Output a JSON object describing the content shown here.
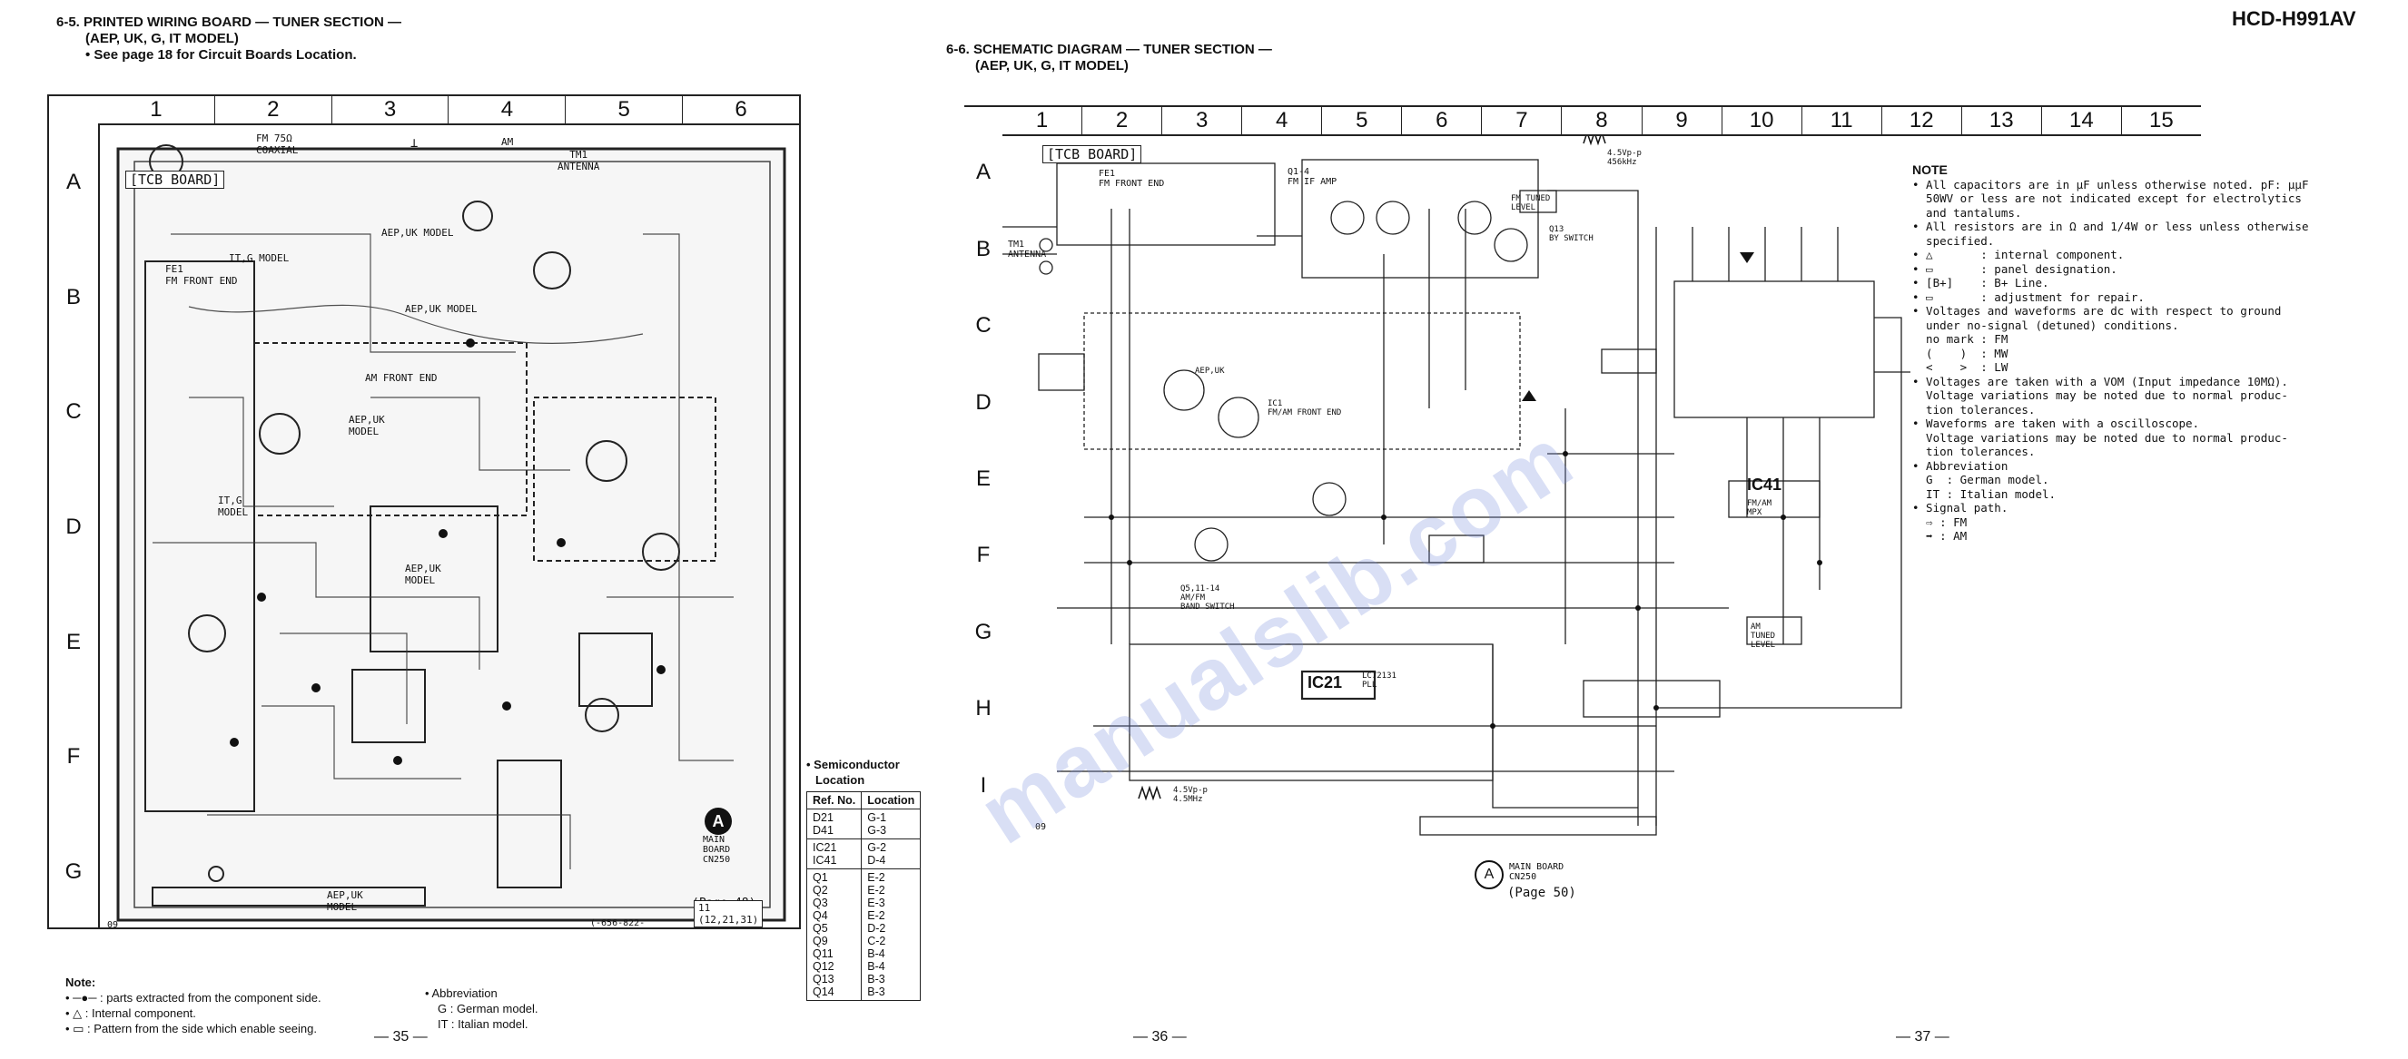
{
  "page": {
    "model": "HCD-H991AV",
    "watermark": "manualslib.com"
  },
  "left": {
    "heading_line1": "6-5. PRINTED WIRING BOARD — TUNER SECTION —",
    "heading_line2": "(AEP, UK, G, IT MODEL)",
    "heading_line3": "• See page 18 for Circuit Boards Location.",
    "columns": [
      "1",
      "2",
      "3",
      "4",
      "5",
      "6"
    ],
    "rows": [
      "A",
      "B",
      "C",
      "D",
      "E",
      "F",
      "G"
    ],
    "board_title": "[TCB BOARD]",
    "board_labels": {
      "fm75": "FM 75Ω\nCOAXIAL",
      "gnd": "⊥",
      "am": "AM",
      "tm1": "TM1\nANTENNA",
      "fe1": "FE1\nFM FRONT END",
      "itg_model": "IT,G MODEL",
      "aep_uk_model_1": "AEP,UK MODEL",
      "aep_uk_model_2": "AEP,UK MODEL",
      "aep_uk_model_3": "AEP,UK\nMODEL",
      "aep_uk_model_4": "AEP,UK\nMODEL",
      "aep_uk_model_5": "AEP,UK\nMODEL",
      "it_g_model_left": "IT,G\nMODEL",
      "am_front_end": "AM FRONT END"
    },
    "connector": {
      "marker": "A",
      "text": "MAIN\nBOARD\nCN250",
      "page_ref": "(Page 48)"
    },
    "board_code": "(-656-822-",
    "board_id": "11\n(12,21,31)",
    "corner": "09",
    "note": {
      "title": "Note:",
      "items": [
        "• ─●─ : parts extracted from the component side.",
        "• △ : Internal component.",
        "• ▭ : Pattern from the side which enable seeing."
      ]
    },
    "abbreviation": {
      "title": "• Abbreviation",
      "items": [
        "G   : German model.",
        "IT  : Italian model."
      ]
    },
    "page_number": "— 35 —"
  },
  "semiconductor": {
    "title_line1": "• Semiconductor",
    "title_line2": "Location",
    "headers": [
      "Ref. No.",
      "Location"
    ],
    "groups": [
      [
        [
          "D21",
          "G-1"
        ],
        [
          "D41",
          "G-3"
        ]
      ],
      [
        [
          "IC21",
          "G-2"
        ],
        [
          "IC41",
          "D-4"
        ]
      ],
      [
        [
          "Q1",
          "E-2"
        ],
        [
          "Q2",
          "E-2"
        ],
        [
          "Q3",
          "E-3"
        ],
        [
          "Q4",
          "E-2"
        ],
        [
          "Q5",
          "D-2"
        ],
        [
          "Q9",
          "C-2"
        ],
        [
          "Q11",
          "B-4"
        ],
        [
          "Q12",
          "B-4"
        ],
        [
          "Q13",
          "B-3"
        ],
        [
          "Q14",
          "B-3"
        ]
      ]
    ]
  },
  "right": {
    "heading_line1": "6-6. SCHEMATIC DIAGRAM — TUNER SECTION —",
    "heading_line2": "(AEP, UK, G, IT MODEL)",
    "columns": [
      "1",
      "2",
      "3",
      "4",
      "5",
      "6",
      "7",
      "8",
      "9",
      "10",
      "11",
      "12",
      "13",
      "14",
      "15"
    ],
    "rows": [
      "A",
      "B",
      "C",
      "D",
      "E",
      "F",
      "G",
      "H",
      "I"
    ],
    "board_title": "[TCB BOARD]",
    "blocks": {
      "antenna": "TM1\nANTENNA",
      "fm_front_end": "FE1\nFM FRONT END",
      "fm_if_amp": "Q1-4\nFM IF AMP",
      "fm_tuned": "FM TUNED\nLEVEL",
      "sw": "Q13\nBY SWITCH",
      "ic21": "IC21",
      "ic21_sub": "LC72131\nPLL",
      "ic41": "IC41",
      "ic41_sub": "FM/AM\nMPX",
      "ic1": "IC1\nFM/AM FRONT END",
      "am_tuned": "AM\nTUNED\nLEVEL",
      "band_switch": "Q5,11-14\nAM/FM\nBAND SWITCH",
      "aep_uk": "AEP,UK",
      "wave1": "4.5Vp-p\n456kHz",
      "wave2": "4.5Vp-p\n4.5MHz"
    },
    "connector": {
      "marker": "A",
      "text": "MAIN BOARD\nCN250",
      "page_ref": "(Page 50)"
    },
    "note_title": "NOTE",
    "notes": [
      "• All capacitors are in μF unless otherwise noted. pF: μμF",
      "  50WV or less are not indicated except for electrolytics",
      "  and tantalums.",
      "• All resistors are in Ω and 1/4W or less unless otherwise",
      "  specified.",
      "• △       : internal component.",
      "• ▭       : panel designation.",
      "• [B+]    : B+ Line.",
      "• ▭       : adjustment for repair.",
      "• Voltages and waveforms are dc with respect to ground",
      "  under no-signal (detuned) conditions.",
      "  no mark : FM",
      "  (    )  : MW",
      "  <    >  : LW",
      "• Voltages are taken with a VOM (Input impedance 10MΩ).",
      "  Voltage variations may be noted due to normal produc-",
      "  tion tolerances.",
      "• Waveforms are taken with a oscilloscope.",
      "  Voltage variations may be noted due to normal produc-",
      "  tion tolerances.",
      "• Abbreviation",
      "  G  : German model.",
      "  IT : Italian model.",
      "• Signal path.",
      "  ⇨ : FM",
      "  ➡ : AM"
    ],
    "corner": "09",
    "page_number_a": "— 36 —",
    "page_number_b": "— 37 —"
  }
}
